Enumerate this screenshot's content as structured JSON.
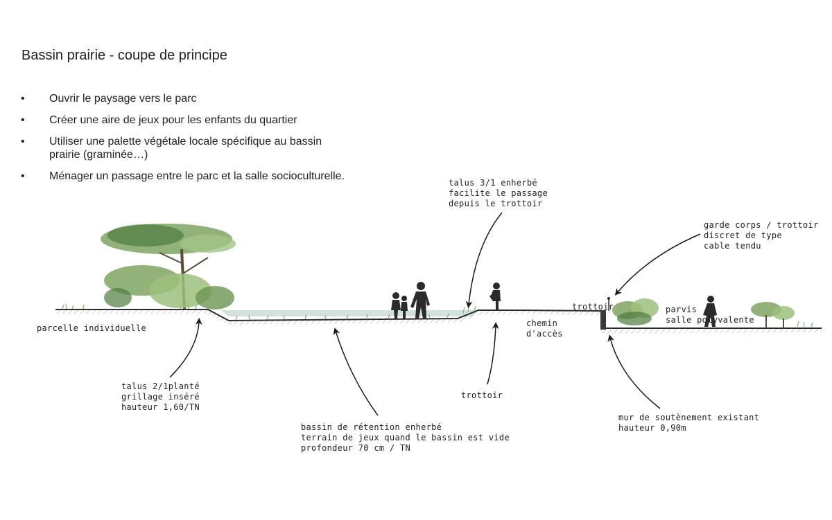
{
  "title": "Bassin prairie - coupe de principe",
  "bullets": [
    " Ouvrir le paysage vers le parc",
    "Créer une aire de jeux pour les enfants du quartier",
    "Utiliser une palette végétale locale spécifique au bassin prairie (graminée…)",
    "Ménager un passage entre le parc et la salle socioculturelle."
  ],
  "bullet_symbol": "•",
  "labels": {
    "parcelle": "parcelle individuelle",
    "talus_21": "talus 2/1planté\ngrillage inséré\nhauteur 1,60/TN",
    "bassin": "bassin de rétention enherbé\nterrain de jeux quand le bassin est vide\nprofondeur 70 cm / TN",
    "talus_31": "talus 3/1 enherbé\nfacilite le passage\ndepuis le trottoir",
    "trottoir_bottom": "trottoir",
    "chemin": "chemin\nd'accès",
    "trottoir_right": "trottoir",
    "garde_corps": "garde corps / trottoir\ndiscret de type\ncable tendu",
    "parvis": "parvis\nsalle polyvalente",
    "mur": "mur de soutènement existant\nhauteur 0,90m"
  },
  "colors": {
    "ground_line": "#2b2b2b",
    "tree_green": "#7fa463",
    "tree_dark": "#4f7a3e",
    "water": "#c9ddd6",
    "grass": "#8ab06a"
  }
}
